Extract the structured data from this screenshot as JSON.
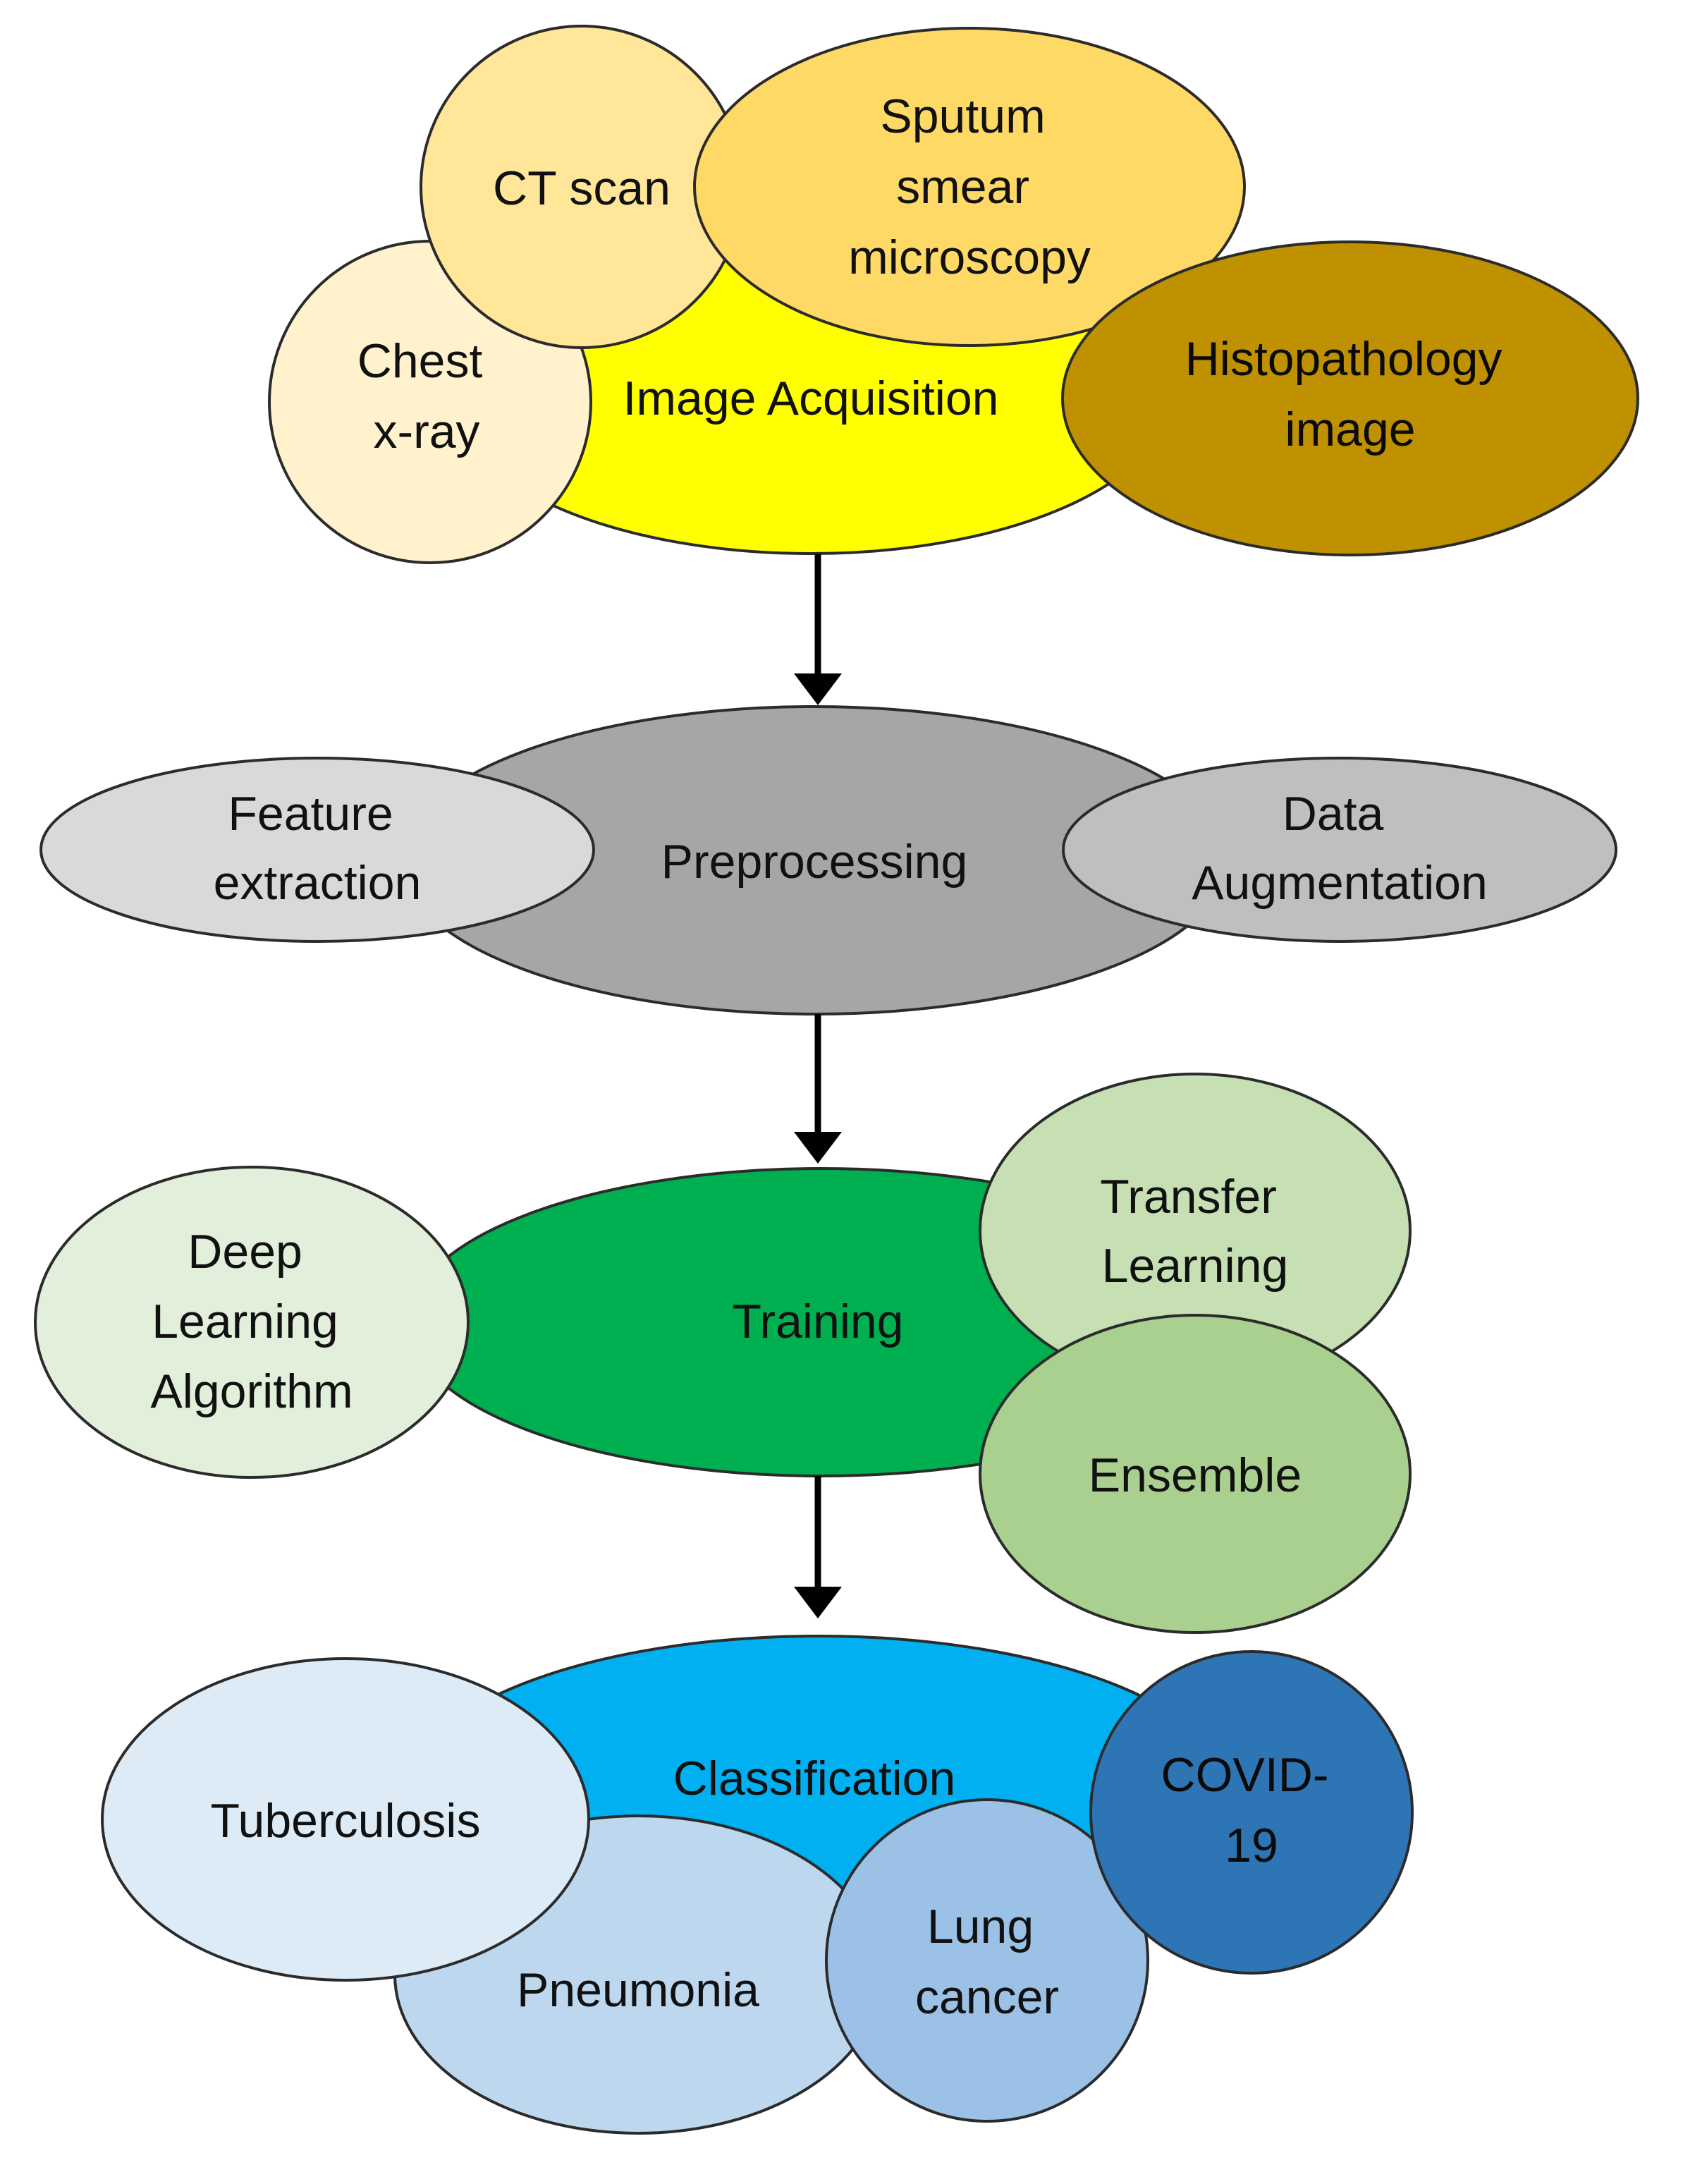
{
  "stages": {
    "acquisition": {
      "label": "Image Acquisition",
      "color": "#ffff00",
      "items": {
        "chest_xray": {
          "lines": [
            "Chest",
            "x-ray"
          ],
          "color": "#fff2cc"
        },
        "ct_scan": {
          "lines": [
            "CT scan"
          ],
          "color": "#ffe699"
        },
        "sputum": {
          "lines": [
            "Sputum",
            "smear",
            "microscopy"
          ],
          "color": "#ffd966"
        },
        "histopathology": {
          "lines": [
            "Histopathology",
            "image"
          ],
          "color": "#bf9000"
        }
      }
    },
    "preprocessing": {
      "label": "Preprocessing",
      "color": "#a6a6a6",
      "items": {
        "feature_extraction": {
          "lines": [
            "Feature",
            "extraction"
          ],
          "color": "#d9d9d9"
        },
        "data_augmentation": {
          "lines": [
            "Data",
            "Augmentation"
          ],
          "color": "#bfbfbf"
        }
      }
    },
    "training": {
      "label": "Training",
      "color": "#00b050",
      "items": {
        "deep_learning": {
          "lines": [
            "Deep",
            "Learning",
            "Algorithm"
          ],
          "color": "#e2efda"
        },
        "transfer_learning": {
          "lines": [
            "Transfer",
            "Learning"
          ],
          "color": "#c6e0b4"
        },
        "ensemble": {
          "lines": [
            "Ensemble"
          ],
          "color": "#a9d08e"
        }
      }
    },
    "classification": {
      "label": "Classification",
      "color": "#00b0f0",
      "items": {
        "tuberculosis": {
          "lines": [
            "Tuberculosis"
          ],
          "color": "#ddebf7"
        },
        "pneumonia": {
          "lines": [
            "Pneumonia"
          ],
          "color": "#bdd7ee"
        },
        "lung_cancer": {
          "lines": [
            "Lung",
            "cancer"
          ],
          "color": "#9bc2e6"
        },
        "covid": {
          "lines": [
            "COVID-",
            "19"
          ],
          "color": "#2e75b6"
        }
      }
    }
  }
}
